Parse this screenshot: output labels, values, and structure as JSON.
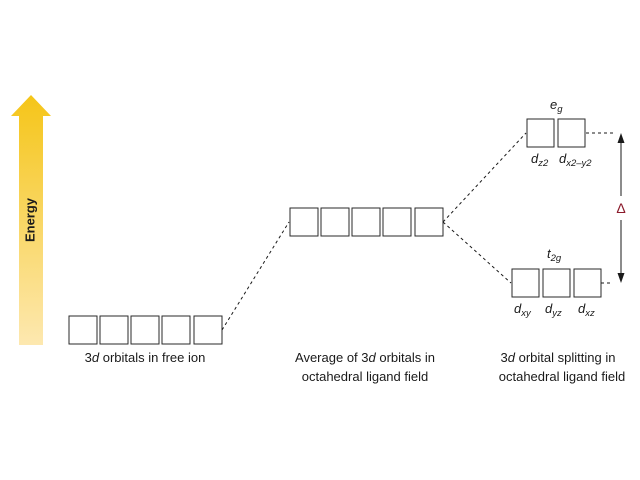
{
  "energy_label": "Energy",
  "free_ion": {
    "caption_prefix": "3",
    "caption_italic": "d",
    "caption_suffix": " orbitals in free ion"
  },
  "average": {
    "line1_prefix": "Average of 3",
    "line1_italic": "d",
    "line1_suffix": " orbitals in",
    "line2": "octahedral ligand field"
  },
  "splitting": {
    "line1_prefix": "3",
    "line1_italic": "d",
    "line1_suffix": " orbital splitting in",
    "line2": "octahedral ligand field",
    "eg": {
      "main": "e",
      "sub": "g"
    },
    "t2g": {
      "main": "t",
      "sub": "2g"
    },
    "eg_orbitals": [
      {
        "main": "d",
        "sub": "z2"
      },
      {
        "main": "d",
        "sub": "x2–y2"
      }
    ],
    "t2g_orbitals": [
      {
        "main": "d",
        "sub": "xy"
      },
      {
        "main": "d",
        "sub": "yz"
      },
      {
        "main": "d",
        "sub": "xz"
      }
    ],
    "gap_label": "Δ"
  },
  "colors": {
    "arrow_top": "#f5c518",
    "arrow_bottom": "#fde8b0",
    "delta": "#8b1a2b"
  }
}
